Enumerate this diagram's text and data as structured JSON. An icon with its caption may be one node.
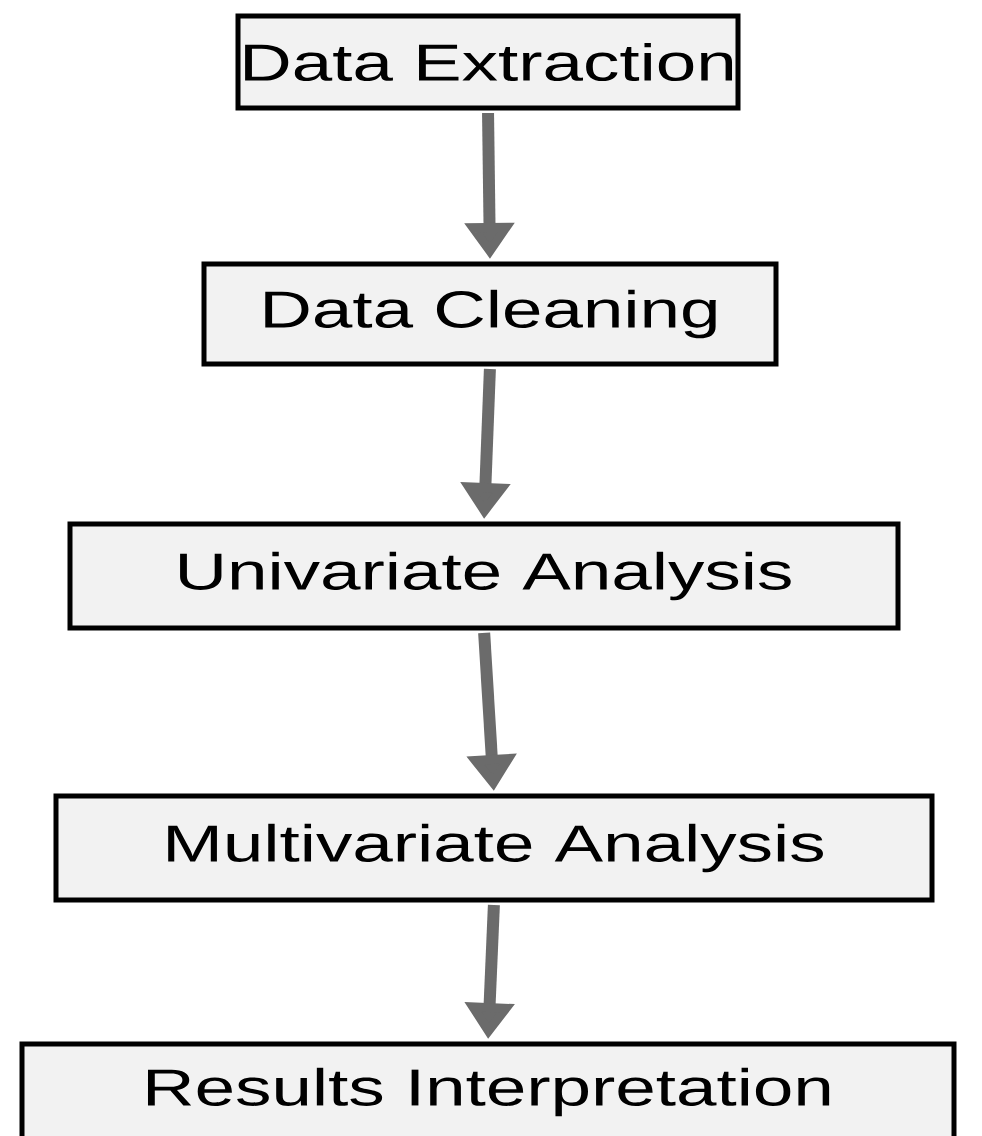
{
  "diagram": {
    "nodes": [
      {
        "text": [
          "Data Extraction"
        ]
      },
      {
        "text": [
          "Data Cleaning"
        ]
      },
      {
        "text": [
          "Univariate Analysis"
        ]
      },
      {
        "text": [
          "Multivariate Analysis"
        ]
      },
      {
        "text": [
          "Results Interpretation"
        ]
      }
    ],
    "edges": [
      {
        "from": 0,
        "to": 1,
        "arrow": "to"
      },
      {
        "from": 1,
        "to": 2,
        "arrow": "to"
      },
      {
        "from": 2,
        "to": 3,
        "arrow": "to"
      },
      {
        "from": 3,
        "to": 4,
        "arrow": "to"
      }
    ]
  }
}
